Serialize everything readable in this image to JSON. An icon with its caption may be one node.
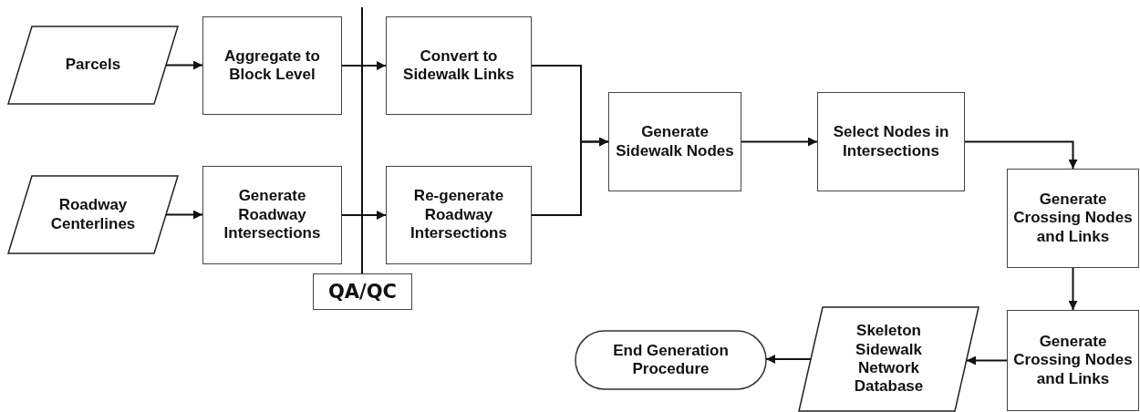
{
  "diagram": {
    "nodes": [
      {
        "text": [
          "Parcels"
        ]
      },
      {
        "text": [
          "Roadway Centerlines"
        ]
      },
      {
        "text": [
          "Aggregate to Block Level"
        ]
      },
      {
        "text": [
          "Generate Roadway Intersections"
        ]
      },
      {
        "text": [
          "Convert to Sidewalk Links"
        ]
      },
      {
        "text": [
          "Re-generate Roadway Intersections"
        ]
      },
      {
        "text": [
          "QA/QC"
        ]
      },
      {
        "text": [
          "Generate Sidewalk Nodes"
        ]
      },
      {
        "text": [
          "Select Nodes in Intersections"
        ]
      },
      {
        "text": [
          "Generate Crossing Nodes and Links"
        ]
      },
      {
        "text": [
          "Generate Crossing Nodes and Links"
        ]
      },
      {
        "text": [
          "Skeleton Sidewalk Network Database"
        ]
      },
      {
        "text": [
          "End Generation Procedure"
        ]
      }
    ],
    "edges": [
      {
        "from": 0,
        "to": 2,
        "arrow": "to"
      },
      {
        "from": 1,
        "to": 3,
        "arrow": "to"
      },
      {
        "from": 2,
        "to": 4,
        "arrow": "to"
      },
      {
        "from": 3,
        "to": 5,
        "arrow": "to"
      },
      {
        "from": 4,
        "to": 7,
        "arrow": "to"
      },
      {
        "from": 5,
        "to": 7,
        "arrow": "to"
      },
      {
        "from": 7,
        "to": 8,
        "arrow": "to"
      },
      {
        "from": 8,
        "to": 9,
        "arrow": "to"
      },
      {
        "from": 9,
        "to": 10,
        "arrow": "to"
      },
      {
        "from": 10,
        "to": 11,
        "arrow": "to"
      },
      {
        "from": 11,
        "to": 12,
        "arrow": "to"
      },
      {
        "from": 6,
        "to": null,
        "arrow": "none"
      }
    ]
  }
}
